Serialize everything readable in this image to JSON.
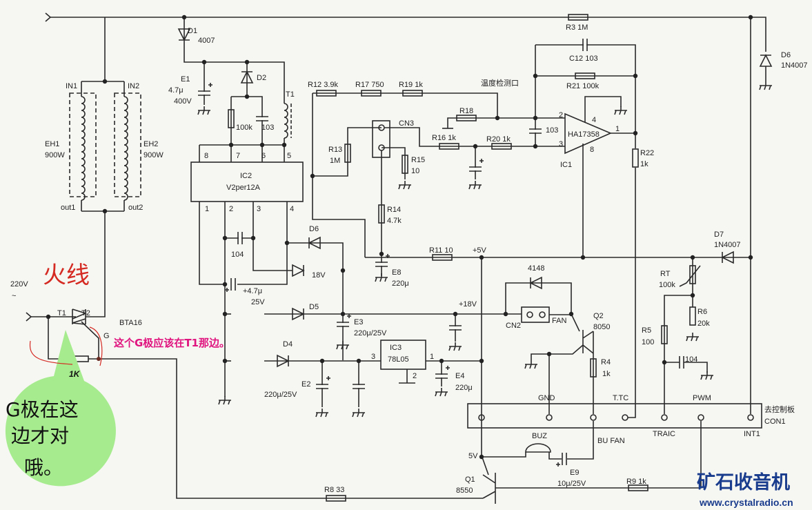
{
  "labels": {
    "d1": "D1",
    "d1v": "4007",
    "e1": "E1",
    "e1v": "4.7μ",
    "e1v2": "400V",
    "d2": "D2",
    "r100k": "100k",
    "c103a": "103",
    "t1x": "T1",
    "ic2": "IC2",
    "ic2v": "V2per12A",
    "p8": "8",
    "p7": "7",
    "p6": "6",
    "p5": "5",
    "p1": "1",
    "p2": "2",
    "p3": "3",
    "p4": "4",
    "in1": "IN1",
    "in2": "IN2",
    "eh1": "EH1",
    "eh1v": "900W",
    "eh2": "EH2",
    "eh2v": "900W",
    "out1": "out1",
    "out2": "out2",
    "r12": "R12  3.9k",
    "r17": "R17  750",
    "r19": "R19  1k",
    "temp": "温度检测口",
    "r3": "R3  1M",
    "c12": "C12  103",
    "r21": "R21  100k",
    "r18": "R18",
    "cn3": "CN3",
    "r13": "R13",
    "r13v": "1M",
    "r15": "R15",
    "r15v": "10",
    "r16": "R16  1k",
    "r20": "R20  1k",
    "c103b": "103",
    "op": "HA17358",
    "ic1": "IC1",
    "op2": "2",
    "op3": "3",
    "op4": "4",
    "op8": "8",
    "op1": "1",
    "r22": "R22",
    "r22v": "1k",
    "d6r": "D6",
    "d6rv": "1N4007",
    "r14": "R14",
    "r14v": "4.7k",
    "d6": "D6",
    "c104": "104",
    "d18": "18V",
    "c47": "+4.7μ",
    "c47v": "25V",
    "d5": "D5",
    "d4": "D4",
    "e8": "E8",
    "e8v": "220μ",
    "e3": "E3",
    "e3v": "220μ/25V",
    "e2": "E2",
    "e2v": "220μ/25V",
    "ic3": "IC3",
    "ic3v": "78L05",
    "ic3p3": "3",
    "ic3p1": "1",
    "ic3p2": "2",
    "e4": "E4",
    "e4v": "220μ",
    "r11": "R11  10",
    "p5v": "+5V",
    "p18v": "+18V",
    "d7": "D7",
    "d7v": "1N4007",
    "d4148": "4148",
    "cn2": "CN2",
    "fan": "FAN",
    "q2": "Q2",
    "q2v": "8050",
    "r4": "R4",
    "r4v": "1k",
    "rt": "RT",
    "rtv": "100k",
    "r6": "R6",
    "r6v": "20k",
    "r5": "R5",
    "r5v": "100",
    "c104b": "104",
    "gnd": "GND",
    "ttc": "T.TC",
    "pwm": "PWM",
    "ctrl": "去控制板",
    "con1": "CON1",
    "traic": "TRAIC",
    "int1": "INT1",
    "bufan": "BU FAN",
    "buz": "BUZ",
    "v5": "5V",
    "e9": "E9",
    "e9v": "10μ/25V",
    "r9": "R9  1k",
    "q1": "Q1",
    "q1v": "8550",
    "r8": "R8  33",
    "v220": "220V",
    "ac": "~",
    "t1": "T1",
    "t2": "T2",
    "bta": "BTA16",
    "g": "G",
    "r1k": "1K"
  },
  "annotations": {
    "live_wire": "火线",
    "note": "这个G极应该在T1那边。",
    "bubble": [
      "G极在这",
      "边才对",
      "哦。"
    ]
  },
  "watermark": {
    "title": "矿石收音机",
    "url": "www.crystalradio.cn"
  },
  "colors": {
    "wire": "#2a2a2a",
    "red_note": "#d42a22",
    "pink_note": "#e0147e",
    "bubble": "#a6ec8e",
    "watermark": "#1a3c8c"
  }
}
